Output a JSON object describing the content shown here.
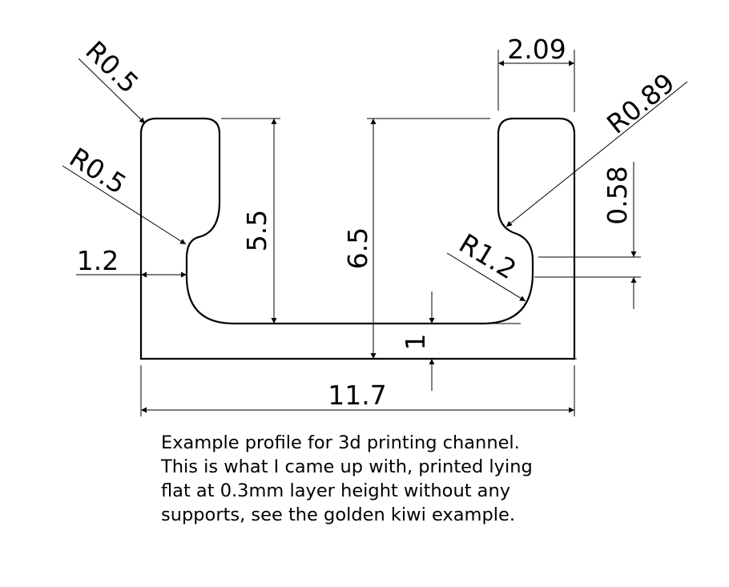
{
  "dimensions": {
    "radius_top_left_outer": "R0.5",
    "radius_left_inner": "R0.5",
    "wall_thickness": "1.2",
    "inner_height": "5.5",
    "outer_height": "6.5",
    "top_width": "2.09",
    "radius_top_right": "R0.89",
    "lip_depth": "0.58",
    "radius_bottom_right": "R1.2",
    "base_thickness": "1",
    "overall_width": "11.7"
  },
  "caption": {
    "line1": "Example profile for 3d printing channel.",
    "line2": "This is what I came up with, printed lying",
    "line3": "flat at 0.3mm layer height without any",
    "line4": "supports, see the golden kiwi example."
  }
}
